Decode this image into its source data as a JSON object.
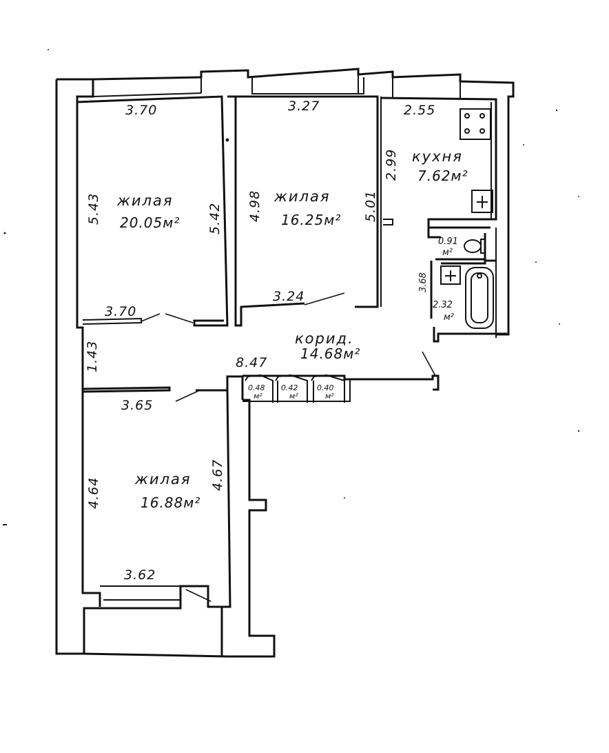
{
  "plan": {
    "rooms": {
      "living1": {
        "name": "жилая",
        "area": "20.05м²",
        "width_top": "3.70",
        "width_bottom": "3.70",
        "height_left": "5.43",
        "height_right": "5.42"
      },
      "living2": {
        "name": "жилая",
        "area": "16.25м²",
        "width_top": "3.27",
        "width_bottom": "3.24",
        "height_left": "4.98",
        "height_right": "5.01"
      },
      "kitchen": {
        "name": "кухня",
        "area": "7.62м²",
        "width_top": "2.55",
        "height": "2.99"
      },
      "wc": {
        "area": "0.91",
        "unit": "м²"
      },
      "bath": {
        "area": "2.32",
        "unit": "м²",
        "height": "3.68"
      },
      "corridor": {
        "name": "корид.",
        "area": "14.68м²",
        "depth": "1.43",
        "length": "8.47"
      },
      "closet1": {
        "area": "0.48",
        "unit": "м²"
      },
      "closet2": {
        "area": "0.42",
        "unit": "м²"
      },
      "closet3": {
        "area": "0.40",
        "unit": "м²"
      },
      "living3": {
        "name": "жилая",
        "area": "16.88м²",
        "width_top": "3.65",
        "width_bottom": "3.62",
        "height_left": "4.64",
        "height_right": "4.67"
      }
    }
  }
}
